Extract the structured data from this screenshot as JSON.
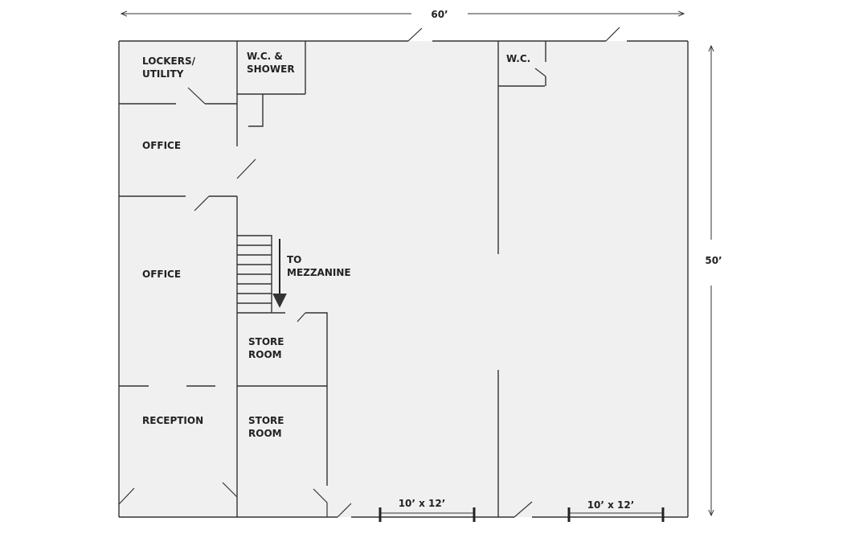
{
  "dimensions": {
    "width": "60’",
    "height": "50’"
  },
  "rooms": {
    "lockers": [
      "LOCKERS/",
      "UTILITY"
    ],
    "wc_shower": [
      "W.C. &",
      "SHOWER"
    ],
    "wc_right": "W.C.",
    "office_upper": "OFFICE",
    "office_lower": "OFFICE",
    "mezzanine": [
      "TO",
      "MEZZANINE"
    ],
    "store_upper": [
      "STORE",
      "ROOM"
    ],
    "store_lower": [
      "STORE",
      "ROOM"
    ],
    "reception": "RECEPTION"
  },
  "loading_doors": {
    "left": "10’ x 12’",
    "right": "10’ x 12’"
  },
  "colors": {
    "floor": "#f0f0f0",
    "line": "#333333",
    "text": "#222222"
  }
}
